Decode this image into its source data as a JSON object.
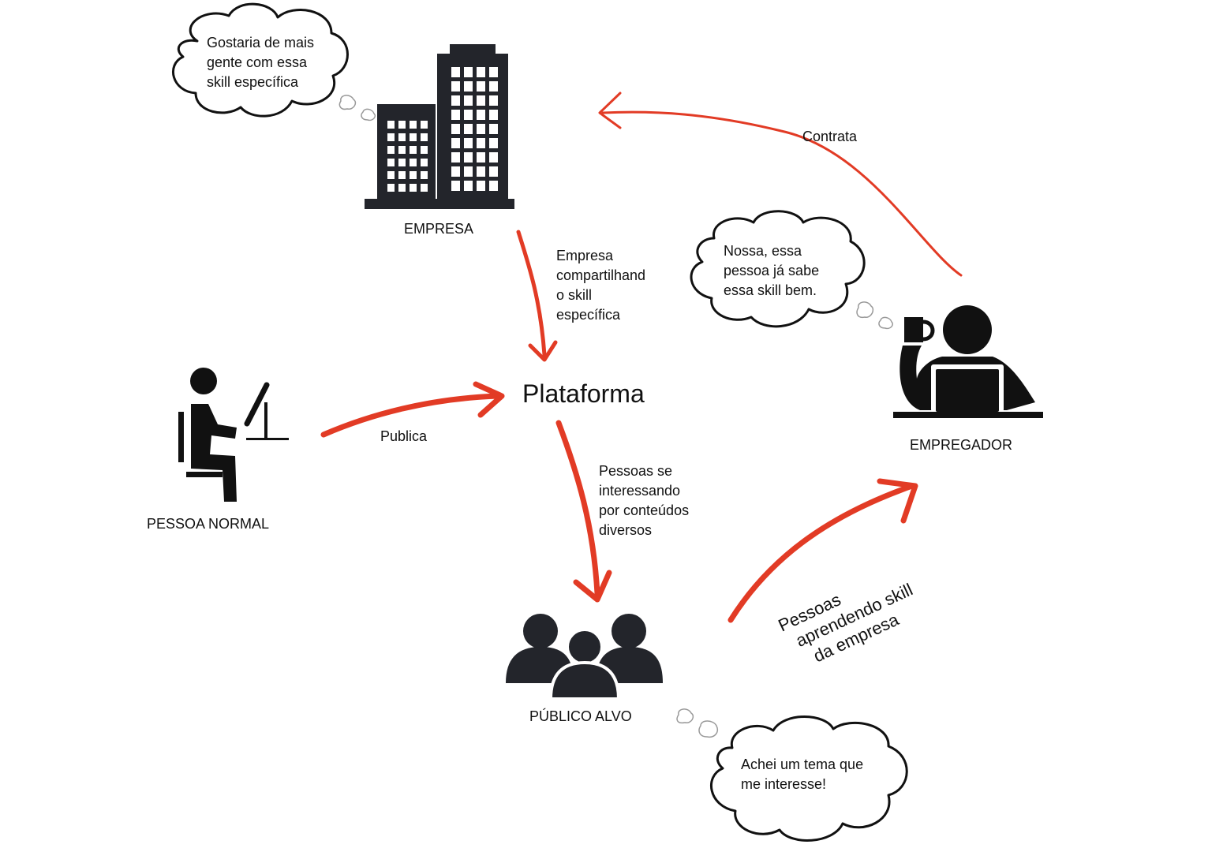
{
  "nodes": {
    "empresa": {
      "label": "EMPRESA",
      "icon": "office-building-icon"
    },
    "pessoa_normal": {
      "label": "PESSOA NORMAL",
      "icon": "person-at-computer-icon"
    },
    "plataforma": {
      "label": "Plataforma"
    },
    "empregador": {
      "label": "EMPREGADOR",
      "icon": "employer-at-laptop-icon"
    },
    "publico_alvo": {
      "label": "PÚBLICO ALVO",
      "icon": "group-of-people-icon"
    }
  },
  "thoughts": {
    "empresa": [
      "Gostaria de mais",
      "gente com essa",
      "skill específica"
    ],
    "empregador": [
      "Nossa, essa",
      "pessoa já sabe",
      "essa skill bem."
    ],
    "publico": [
      "Achei um tema que",
      "me interesse!"
    ]
  },
  "edges": {
    "empresa_to_plataforma": [
      "Empresa",
      "compartilhand",
      "o skill",
      "específica"
    ],
    "pessoa_to_plataforma": "Publica",
    "plataforma_to_publico": [
      "Pessoas se",
      "interessando",
      "por conteúdos",
      "diversos"
    ],
    "publico_to_empregador": [
      "Pessoas",
      "aprendendo skill",
      "da empresa"
    ],
    "empregador_to_empresa": "Contrata"
  },
  "colors": {
    "arrow": "#e23b25",
    "icon": "#23252b",
    "text": "#111111",
    "cloud_stroke": "#111111"
  }
}
